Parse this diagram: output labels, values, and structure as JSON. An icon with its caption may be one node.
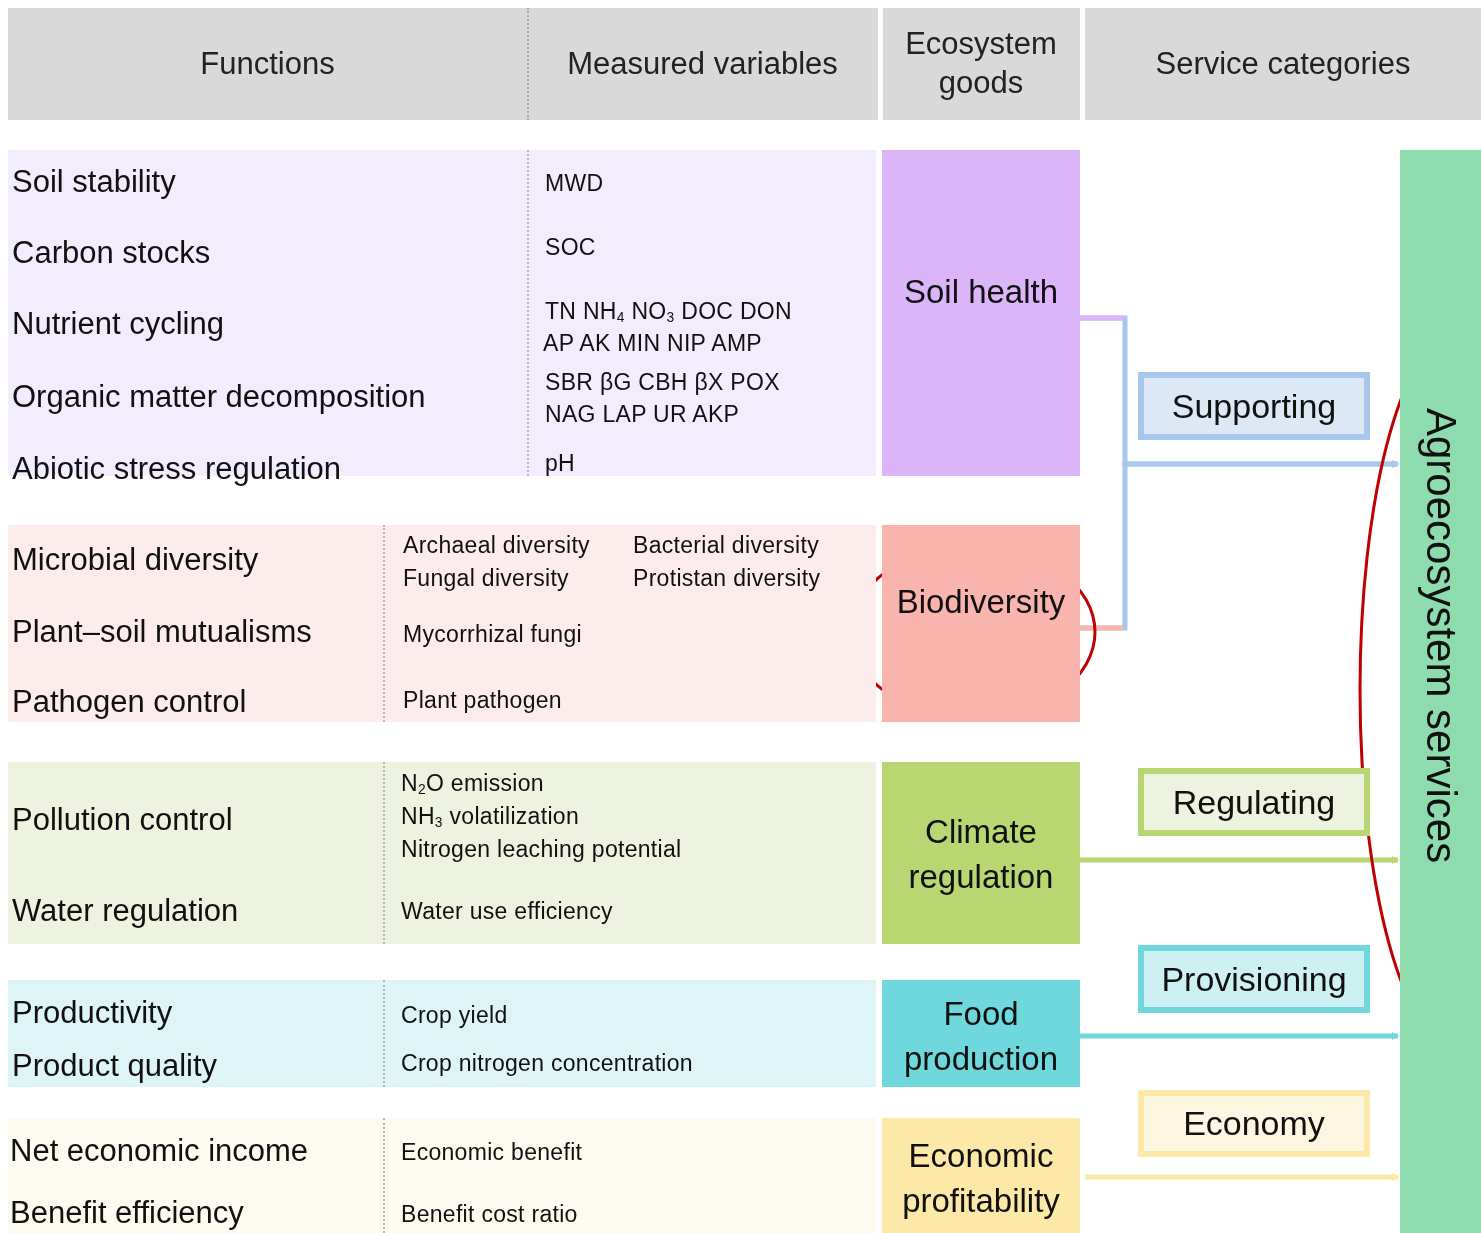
{
  "diagram": {
    "nodes": [
      {
        "text": [
          "Soil stability",
          "Carbon stocks",
          "Nutrient cycling",
          "Organic matter decomposition",
          "Abiotic stress regulation",
          "MWD",
          "SOC",
          "TN  NH$_{4}$  NO$_{3}$  DOC  DON",
          "AP  AK  MIN  NIP  AMP",
          "SBR  βG  CBH  βX  POX",
          "NAG  LAP  UR  AKP",
          "pH"
        ]
      },
      {
        "text": [
          "Soil health"
        ]
      },
      {
        "text": [
          "Supporting"
        ]
      },
      {
        "text": [
          "Microbial diversity",
          "Plant–soil mutualisms",
          "Pathogen control",
          "Archaeal diversity",
          "Bacterial diversity",
          "Fungal diversity",
          "Protistan diversity",
          "Mycorrhizal fungi",
          "Plant pathogen"
        ]
      },
      {
        "text": [
          "Biodiversity"
        ]
      },
      {
        "text": [
          "Pollution control",
          "Water regulation",
          "N$_{2}$O emission",
          "NH$_{3}$ volatilization",
          "Nitrogen leaching potential",
          "Water use efficiency"
        ]
      },
      {
        "text": [
          "Climate regulation"
        ]
      },
      {
        "text": [
          "Regulating"
        ]
      },
      {
        "text": [
          "Productivity",
          "Product quality",
          "Crop yield",
          "Crop nitrogen concentration"
        ]
      },
      {
        "text": [
          "Food production"
        ]
      },
      {
        "text": [
          "Provisioning"
        ]
      },
      {
        "text": [
          "Net economic income",
          "Benefit efficiency",
          "Economic benefit",
          "Benefit cost ratio"
        ]
      },
      {
        "text": [
          "Economic profitability"
        ]
      },
      {
        "text": [
          "Economy"
        ]
      },
      {
        "text": [
          "Agroecosystem services"
        ]
      }
    ],
    "edges": [
      {
        "from": 1,
        "to": 14,
        "arrow": "to",
        "color": "#a7c8eb"
      },
      {
        "from": 4,
        "to": 14,
        "arrow": "to",
        "color": "#a7c8eb"
      },
      {
        "from": 6,
        "to": 14,
        "arrow": "to",
        "color": "#b8d672"
      },
      {
        "from": 9,
        "to": 14,
        "arrow": "to",
        "color": "#6fd8dc"
      },
      {
        "from": 12,
        "to": 14,
        "arrow": "to",
        "color": "#fde9a7"
      }
    ],
    "labels": [
      "Functions",
      "Measured variables",
      "Ecosystem goods",
      "Service categories"
    ]
  }
}
